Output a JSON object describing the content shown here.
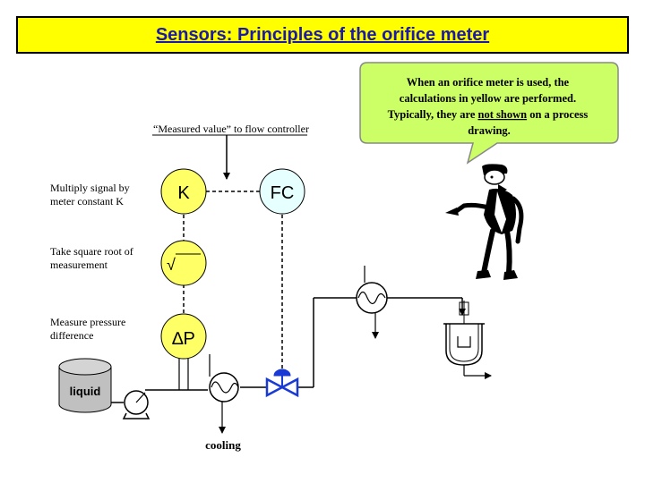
{
  "title": "Sensors: Principles of the orifice meter",
  "callout": "When an orifice meter is used, the calculations in yellow are performed. Typically, they are not shown on a process drawing.",
  "callout_parts": {
    "line1": "When an orifice meter is used, the",
    "line2": "calculations in yellow are performed.",
    "line3a": "Typically, they are ",
    "line3b": "not shown",
    "line3c": " on a process",
    "line4": "drawing."
  },
  "measured_value_label": "“Measured value” to flow controller",
  "steps": {
    "multiply": "Multiply signal by meter constant K",
    "sqrt": "Take square root of measurement",
    "dp": "Measure pressure difference"
  },
  "steps_lines": {
    "multiply_1": "Multiply signal by",
    "multiply_2": "meter constant K",
    "sqrt_1": "Take square root of",
    "sqrt_2": "measurement",
    "dp_1": "Measure pressure",
    "dp_2": "difference"
  },
  "blocks": {
    "k": "K",
    "fc": "FC",
    "sqrt": "√",
    "dp": "∆P"
  },
  "tank_label": "liquid",
  "cooling_label": "cooling",
  "colors": {
    "title_bg": "#ffff00",
    "title_text": "#1a1aa6",
    "calc_circle": "#ffff66",
    "fc_circle": "#e6ffff",
    "callout_bg": "#ccff66",
    "tank_fill": "#c0c0c0",
    "valve": "#1a3ad6"
  }
}
